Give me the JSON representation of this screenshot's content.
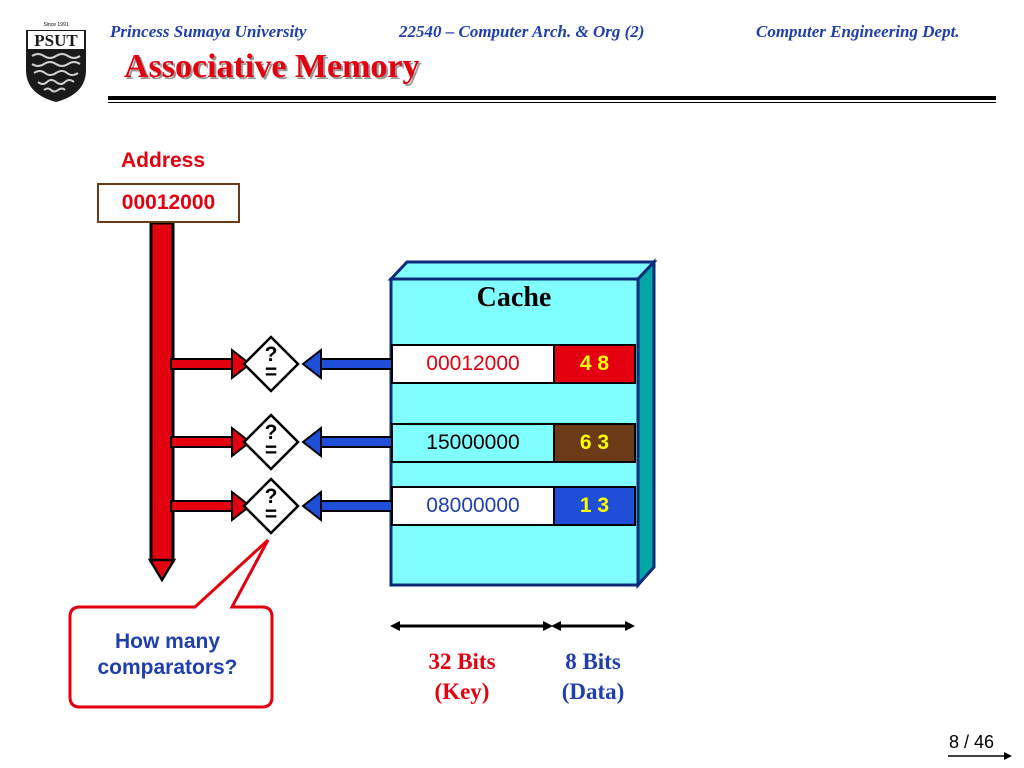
{
  "header": {
    "university": "Princess Sumaya University",
    "course": "22540 – Computer Arch. & Org (2)",
    "department": "Computer Engineering Dept.",
    "logo": {
      "small_text": "Since 1991",
      "letters": "PSUT"
    }
  },
  "slide": {
    "title": "Associative Memory",
    "page_number": "8 / 46"
  },
  "diagram": {
    "address_label": "Address",
    "address_value": "00012000",
    "cache_label": "Cache",
    "comparator_symbol_top": "?",
    "comparator_symbol_bottom": "=",
    "rows": [
      {
        "key": "00012000",
        "data": "4 8",
        "data_color": "#e3000f",
        "key_color": "#e3000f"
      },
      {
        "key": "15000000",
        "data": "6 3",
        "data_color": "#6b3a17",
        "key_color": "#000000"
      },
      {
        "key": "08000000",
        "data": "1 3",
        "data_color": "#1f4fd6",
        "key_color": "#1f3fae"
      }
    ],
    "callout_line1": "How many",
    "callout_line2": "comparators?",
    "key_bits": {
      "line1": "32 Bits",
      "line2": "(Key)"
    },
    "data_bits": {
      "line1": "8 Bits",
      "line2": "(Data)"
    }
  },
  "colors": {
    "accent_red": "#e3000f",
    "header_blue": "#1f3fae",
    "cache_fill": "#7fffff",
    "cache_frame": "#0b2a7a",
    "brown": "#6b3a17",
    "blue_arrow": "#1f4fd6"
  }
}
